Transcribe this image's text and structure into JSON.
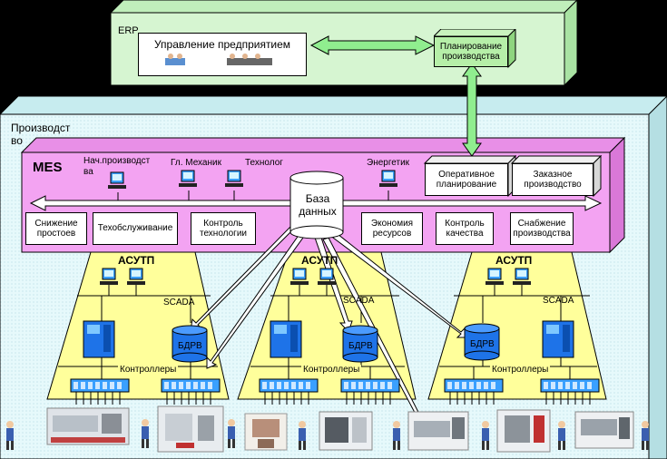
{
  "erp": {
    "label": "ERP",
    "management": "Управление предприятием",
    "planning_line1": "Планирование",
    "planning_line2": "производства"
  },
  "production": {
    "label_line1": "Производст",
    "label_line2": "во"
  },
  "mes": {
    "label": "MES",
    "roles": {
      "head_line1": "Нач.производст",
      "head_line2": "ва",
      "mechanic": "Гл. Механик",
      "technologist": "Технолог",
      "energetic": "Энергетик"
    },
    "database_line1": "База",
    "database_line2": "данных",
    "modules_top": {
      "operative_line1": "Оперативное",
      "operative_line2": "планирование",
      "custom_line1": "Заказное",
      "custom_line2": "производство"
    },
    "modules_bottom": [
      {
        "line1": "Снижение",
        "line2": "простоев"
      },
      {
        "line1": "Техобслуживание",
        "line2": ""
      },
      {
        "line1": "Контроль",
        "line2": "технологии"
      },
      {
        "line1": "Экономия",
        "line2": "ресурсов"
      },
      {
        "line1": "Контроль",
        "line2": "качества"
      },
      {
        "line1": "Снабжение",
        "line2": "производства"
      }
    ]
  },
  "asutp": {
    "title": "АСУТП",
    "scada": "SCADA",
    "bdrv": "БДРВ",
    "controllers": "Контроллеры"
  },
  "colors": {
    "erp_fill": "#d6f5d1",
    "production_fill": "#e6f9fb",
    "mes_fill": "#f3a3f2",
    "asutp_fill": "#ffff9b",
    "arrow_fill": "#90ee8f"
  }
}
